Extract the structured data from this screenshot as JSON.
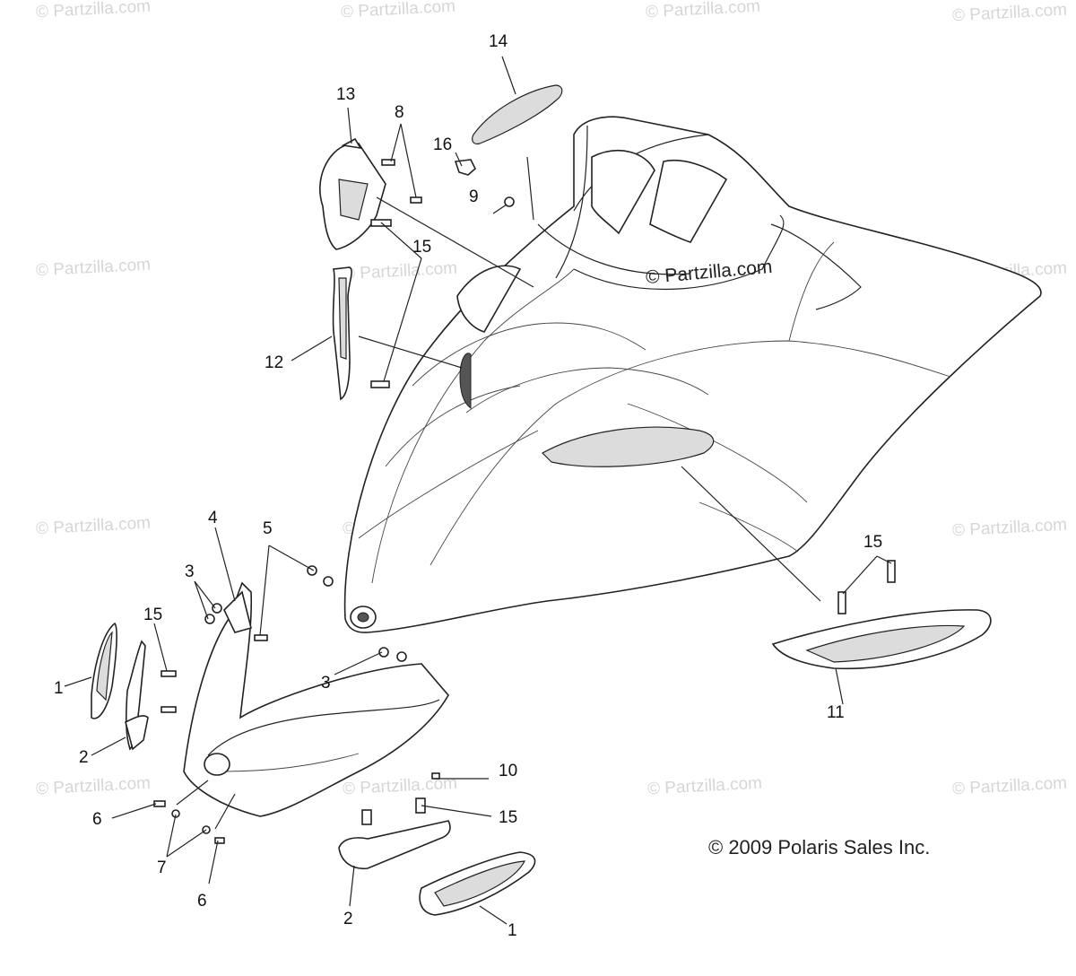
{
  "watermark_text": "© Partzilla.com",
  "center_watermark": "© Partzilla.com",
  "copyright": "© 2009 Polaris Sales Inc.",
  "callouts": {
    "c1a": "1",
    "c1b": "1",
    "c2a": "2",
    "c2b": "2",
    "c3a": "3",
    "c3b": "3",
    "c4": "4",
    "c5": "5",
    "c6a": "6",
    "c6b": "6",
    "c7": "7",
    "c8": "8",
    "c9": "9",
    "c10": "10",
    "c11": "11",
    "c12": "12",
    "c13": "13",
    "c14": "14",
    "c15a": "15",
    "c15b": "15",
    "c15c": "15",
    "c15d": "15",
    "c16": "16"
  }
}
